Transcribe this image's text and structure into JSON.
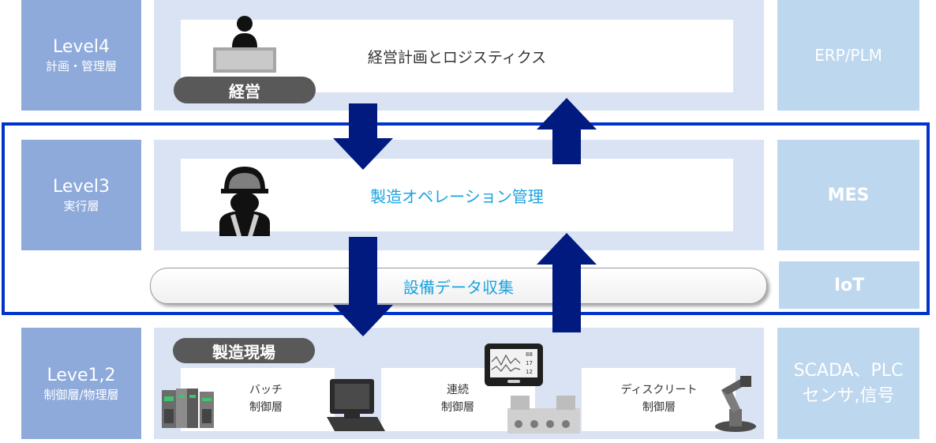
{
  "levels": {
    "level4": {
      "title": "Level4",
      "sub": "計画・管理層"
    },
    "level3": {
      "title": "Level3",
      "sub": "実行層"
    },
    "level12": {
      "title": "Leve1,2",
      "sub": "制御層/物理層"
    }
  },
  "management": {
    "text": "経営計画とロジスティクス",
    "badge": "経営",
    "system": "ERP/PLM"
  },
  "operations": {
    "text": "製造オペレーション管理",
    "system": "MES",
    "iot_label": "IoT",
    "collection": "設備データ収集"
  },
  "shopfloor": {
    "badge": "製造現場",
    "batch": {
      "line1": "バッチ",
      "line2": "制御層"
    },
    "continuous": {
      "line1": "連続",
      "line2": "制御層"
    },
    "discrete": {
      "line1": "ディスクリート",
      "line2": "制御層"
    },
    "system_line1": "SCADA、PLC",
    "system_line2": "センサ,信号",
    "monitor_readout": {
      "r1": "88",
      "r2": "17",
      "r3": "12"
    }
  },
  "colors": {
    "level_box": "#8eaadb",
    "band": "#dae3f3",
    "right_box": "#bdd7ee",
    "arrow": "#001a80",
    "frame": "#0033cc",
    "accent_text": "#1aa3e0"
  }
}
